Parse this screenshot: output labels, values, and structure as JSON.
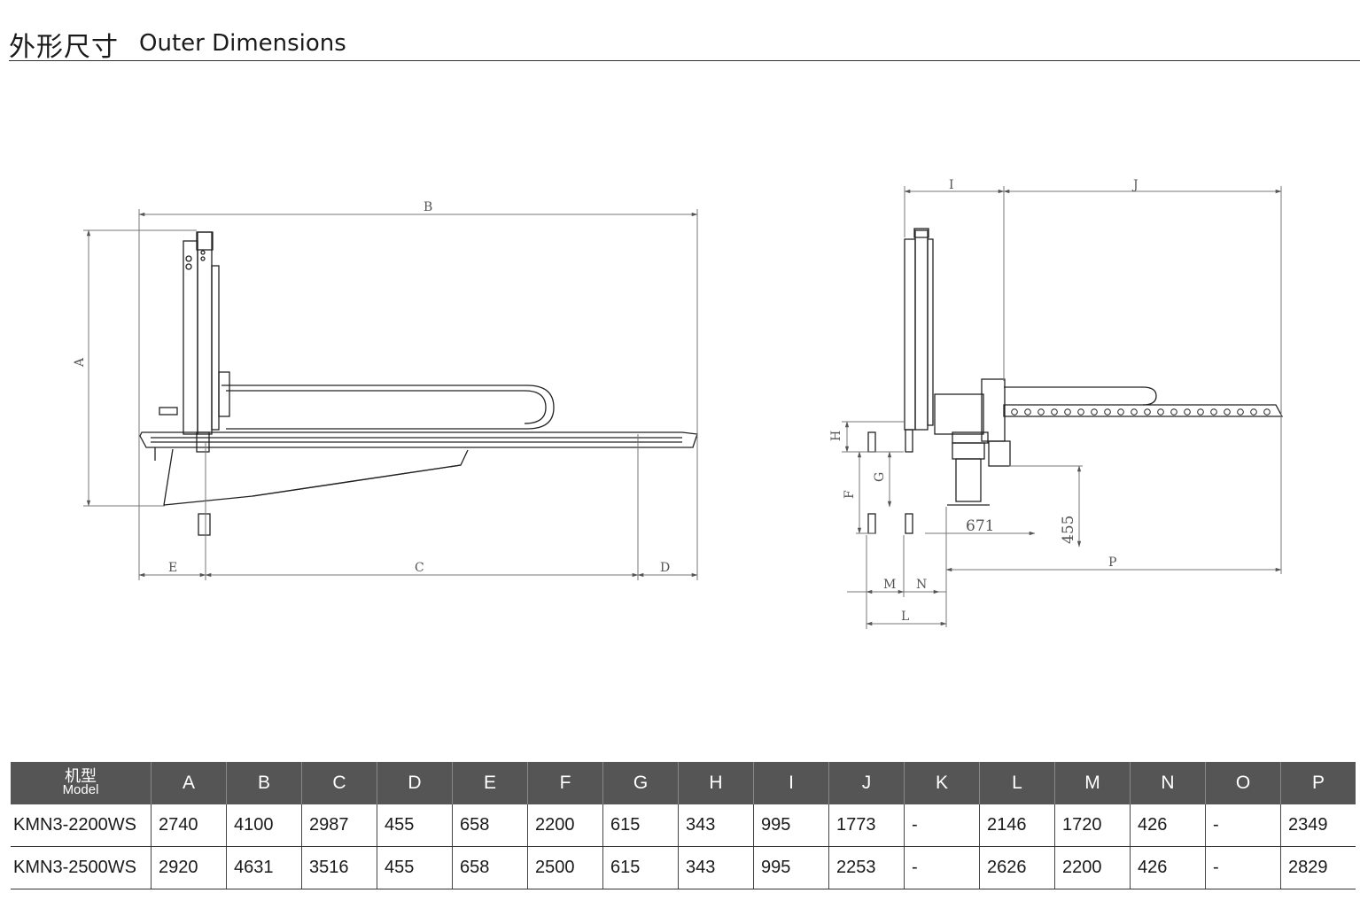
{
  "header": {
    "title_cn": "外形尺寸",
    "title_en": "Outer Dimensions"
  },
  "drawing_labels": {
    "A": "A",
    "B": "B",
    "C": "C",
    "D": "D",
    "E": "E",
    "F": "F",
    "G": "G",
    "H": "H",
    "I": "I",
    "J": "J",
    "L": "L",
    "M": "M",
    "N": "N",
    "P": "P",
    "v671": "671",
    "v455": "455"
  },
  "table": {
    "model_cn": "机型",
    "model_en": "Model",
    "columns": [
      "A",
      "B",
      "C",
      "D",
      "E",
      "F",
      "G",
      "H",
      "I",
      "J",
      "K",
      "L",
      "M",
      "N",
      "O",
      "P"
    ],
    "rows": [
      {
        "model": "KMN3-2200WS",
        "values": [
          "2740",
          "4100",
          "2987",
          "455",
          "658",
          "2200",
          "615",
          "343",
          "995",
          "1773",
          "-",
          "2146",
          "1720",
          "426",
          "-",
          "2349"
        ]
      },
      {
        "model": "KMN3-2500WS",
        "values": [
          "2920",
          "4631",
          "3516",
          "455",
          "658",
          "2500",
          "615",
          "343",
          "995",
          "2253",
          "-",
          "2626",
          "2200",
          "426",
          "-",
          "2829"
        ]
      }
    ]
  }
}
